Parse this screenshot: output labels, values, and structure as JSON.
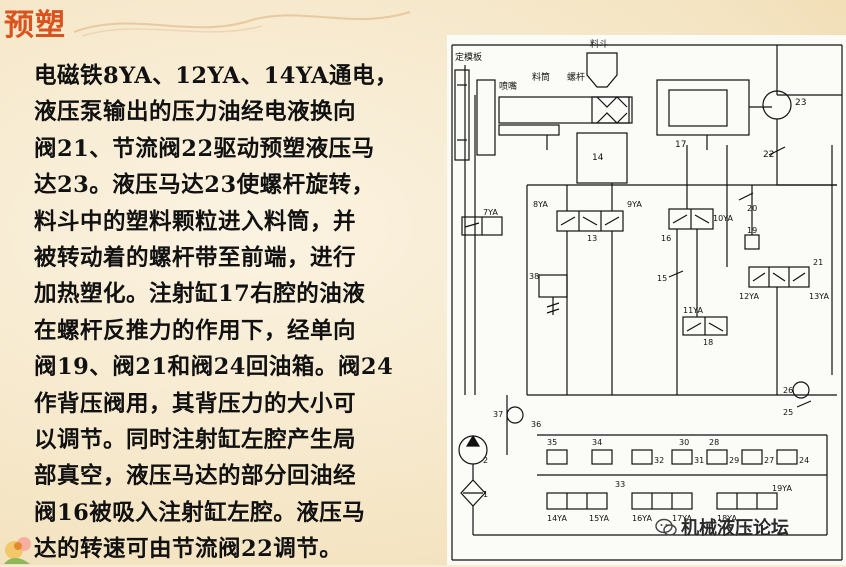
{
  "title": "预塑",
  "body_lines": [
    "电磁铁8YA、12YA、14YA通电，",
    "液压泵输出的压力油经电液换向",
    "阀21、节流阀22驱动预塑液压马",
    "达23。液压马达23使螺杆旋转，",
    "料斗中的塑料颗粒进入料筒，并",
    "被转动着的螺杆带至前端，进行",
    "加热塑化。注射缸17右腔的油液",
    "在螺杆反推力的作用下，经单向",
    "阀19、阀21和阀24回油箱。阀24",
    "作背压阀用，其背压力的大小可",
    "以调节。同时注射缸左腔产生局",
    "部真空，液压马达的部分回油经",
    "阀16被吸入注射缸左腔。液压马",
    "达的转速可由节流阀22调节。"
  ],
  "diagram": {
    "labels": {
      "fixed_plate": "定模板",
      "hopper": "料斗",
      "nozzle": "喷嘴",
      "barrel": "料筒",
      "screw": "螺杆",
      "n23": "23",
      "n22": "22",
      "n20": "20",
      "n19": "19",
      "n21": "21",
      "n17": "17",
      "n14": "14",
      "n13": "13",
      "n16": "16",
      "n15": "15",
      "n18": "18",
      "n38": "38",
      "n37": "37",
      "n36": "36",
      "n35": "35",
      "n34": "34",
      "n33": "33",
      "n32": "32",
      "n31": "31",
      "n30": "30",
      "n29": "29",
      "n28": "28",
      "n27": "27",
      "n26": "26",
      "n25": "25",
      "n24": "24",
      "n2": "2",
      "n1": "1",
      "ya7": "7YA",
      "ya8": "8YA",
      "ya9": "9YA",
      "ya10": "10YA",
      "ya11": "11YA",
      "ya12": "12YA",
      "ya13": "13YA",
      "ya14": "14YA",
      "ya15": "15YA",
      "ya16": "16YA",
      "ya17": "17YA",
      "ya18": "18YA",
      "ya19": "19YA"
    }
  },
  "watermark": "机械液压论坛",
  "colors": {
    "title": "#d9531e",
    "text": "#111111",
    "background": "#f7ecd2",
    "diagram_bg": "#fbfbf8"
  }
}
